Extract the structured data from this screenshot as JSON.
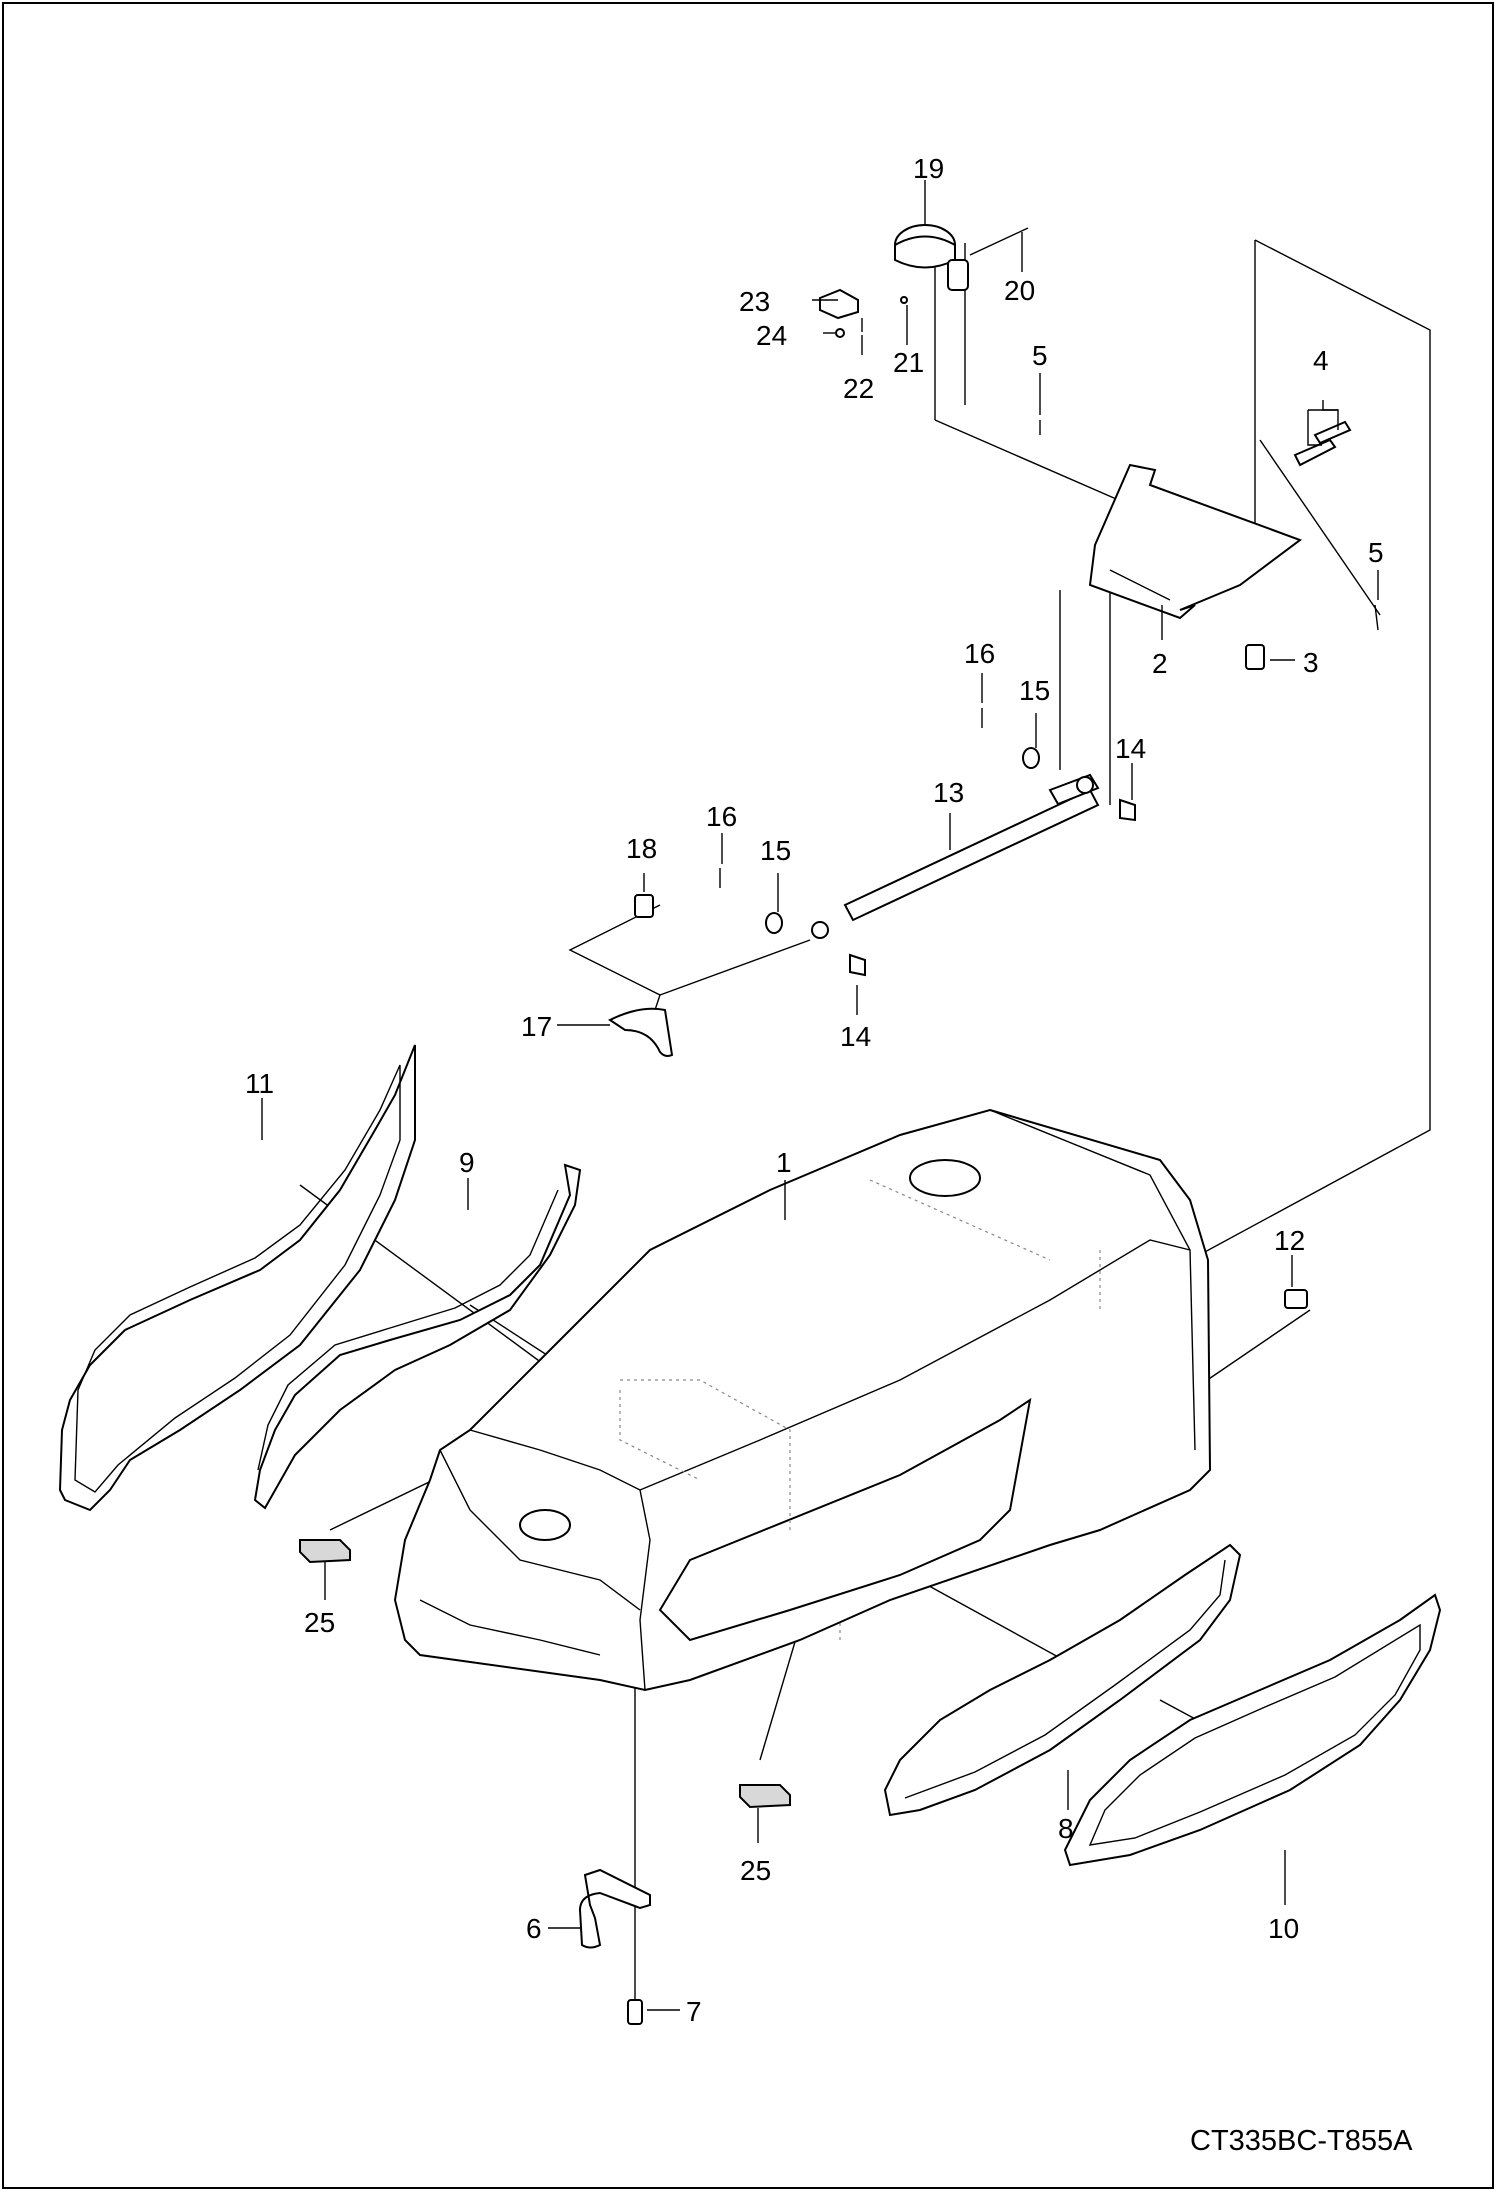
{
  "drawing_code": "CT335BC-T855A",
  "callouts": {
    "c1": "1",
    "c2": "2",
    "c3": "3",
    "c4": "4",
    "c5a": "5",
    "c5b": "5",
    "c6": "6",
    "c7": "7",
    "c8": "8",
    "c9": "9",
    "c10": "10",
    "c11": "11",
    "c12": "12",
    "c13": "13",
    "c14a": "14",
    "c14b": "14",
    "c15a": "15",
    "c15b": "15",
    "c16a": "16",
    "c16b": "16",
    "c17": "17",
    "c18": "18",
    "c19": "19",
    "c20": "20",
    "c21": "21",
    "c22": "22",
    "c23": "23",
    "c24": "24",
    "c25a": "25",
    "c25b": "25"
  }
}
